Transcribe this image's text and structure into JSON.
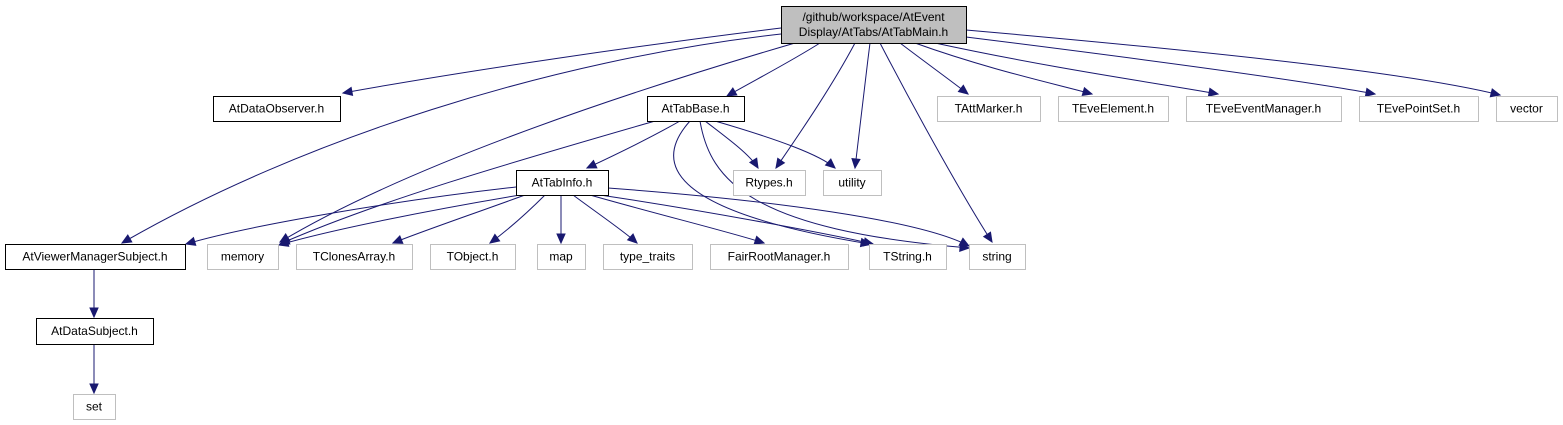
{
  "diagram": {
    "nodes": {
      "root": {
        "lines": [
          "/github/workspace/AtEvent",
          "Display/AtTabs/AtTabMain.h"
        ],
        "kind": "root"
      },
      "atdataobserver": {
        "lines": [
          "AtDataObserver.h"
        ],
        "kind": "internal"
      },
      "attabbase": {
        "lines": [
          "AtTabBase.h"
        ],
        "kind": "internal"
      },
      "tattmarker": {
        "lines": [
          "TAttMarker.h"
        ],
        "kind": "external"
      },
      "teveelement": {
        "lines": [
          "TEveElement.h"
        ],
        "kind": "external"
      },
      "teveeventmanager": {
        "lines": [
          "TEveEventManager.h"
        ],
        "kind": "external"
      },
      "tevepointset": {
        "lines": [
          "TEvePointSet.h"
        ],
        "kind": "external"
      },
      "vector": {
        "lines": [
          "vector"
        ],
        "kind": "external"
      },
      "attabinfo": {
        "lines": [
          "AtTabInfo.h"
        ],
        "kind": "internal"
      },
      "rtypes": {
        "lines": [
          "Rtypes.h"
        ],
        "kind": "external"
      },
      "utility": {
        "lines": [
          "utility"
        ],
        "kind": "external"
      },
      "atviewermanagersubject": {
        "lines": [
          "AtViewerManagerSubject.h"
        ],
        "kind": "internal"
      },
      "memory": {
        "lines": [
          "memory"
        ],
        "kind": "external"
      },
      "tclonesarray": {
        "lines": [
          "TClonesArray.h"
        ],
        "kind": "external"
      },
      "tobject": {
        "lines": [
          "TObject.h"
        ],
        "kind": "external"
      },
      "map": {
        "lines": [
          "map"
        ],
        "kind": "external"
      },
      "type_traits": {
        "lines": [
          "type_traits"
        ],
        "kind": "external"
      },
      "fairrootmanager": {
        "lines": [
          "FairRootManager.h"
        ],
        "kind": "external"
      },
      "tstring": {
        "lines": [
          "TString.h"
        ],
        "kind": "external"
      },
      "string": {
        "lines": [
          "string"
        ],
        "kind": "external"
      },
      "atdatasubject": {
        "lines": [
          "AtDataSubject.h"
        ],
        "kind": "internal"
      },
      "set": {
        "lines": [
          "set"
        ],
        "kind": "external"
      }
    },
    "edges": [
      [
        "root",
        "atdataobserver"
      ],
      [
        "root",
        "attabbase"
      ],
      [
        "root",
        "atviewermanagersubject"
      ],
      [
        "root",
        "memory"
      ],
      [
        "root",
        "rtypes"
      ],
      [
        "root",
        "utility"
      ],
      [
        "root",
        "string"
      ],
      [
        "root",
        "tattmarker"
      ],
      [
        "root",
        "teveelement"
      ],
      [
        "root",
        "teveeventmanager"
      ],
      [
        "root",
        "tevepointset"
      ],
      [
        "root",
        "vector"
      ],
      [
        "attabbase",
        "attabinfo"
      ],
      [
        "attabbase",
        "rtypes"
      ],
      [
        "attabbase",
        "utility"
      ],
      [
        "attabbase",
        "memory"
      ],
      [
        "attabbase",
        "tstring"
      ],
      [
        "attabbase",
        "string"
      ],
      [
        "attabinfo",
        "atviewermanagersubject"
      ],
      [
        "attabinfo",
        "memory"
      ],
      [
        "attabinfo",
        "tclonesarray"
      ],
      [
        "attabinfo",
        "tobject"
      ],
      [
        "attabinfo",
        "map"
      ],
      [
        "attabinfo",
        "type_traits"
      ],
      [
        "attabinfo",
        "fairrootmanager"
      ],
      [
        "attabinfo",
        "tstring"
      ],
      [
        "attabinfo",
        "string"
      ],
      [
        "atviewermanagersubject",
        "atdatasubject"
      ],
      [
        "atdatasubject",
        "set"
      ]
    ]
  }
}
